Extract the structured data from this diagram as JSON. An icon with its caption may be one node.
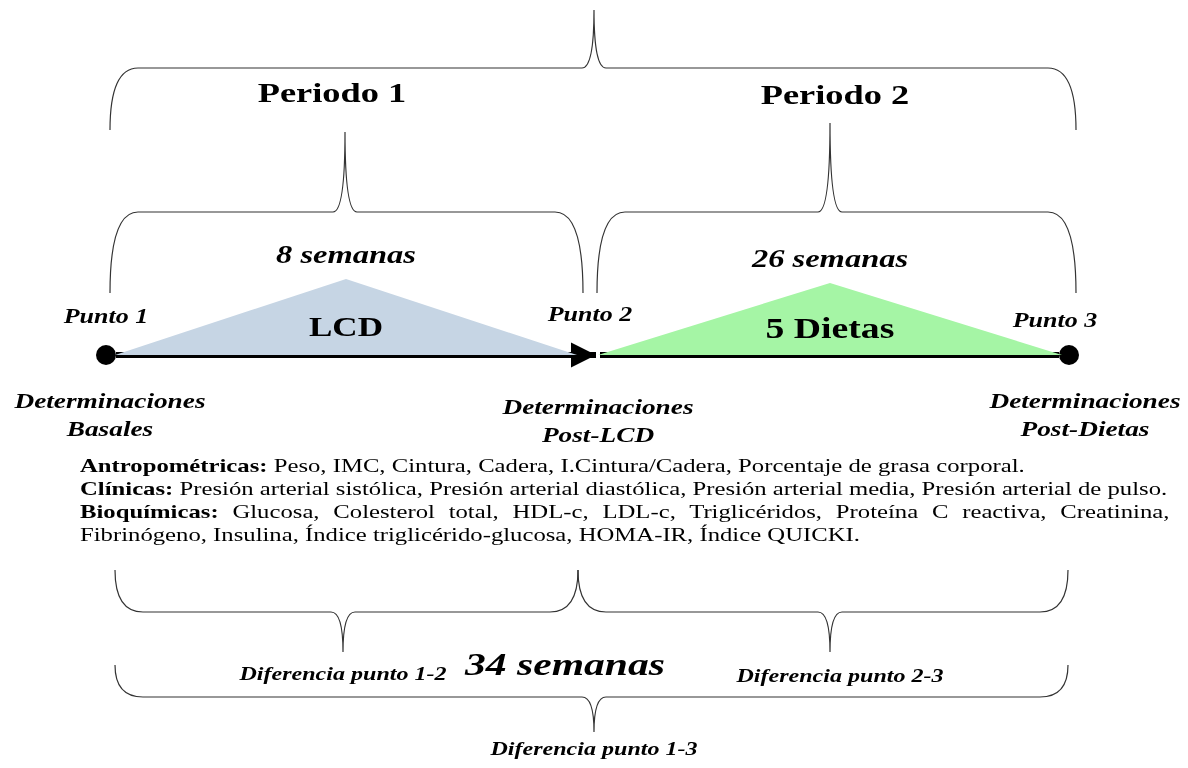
{
  "diagram": {
    "nodes": [
      {
        "text": [
          "Punto 1",
          "Determinaciones Basales"
        ]
      },
      {
        "text": [
          "Punto 2",
          "Determinaciones Post-LCD"
        ]
      },
      {
        "text": [
          "Punto 3",
          "Determinaciones Post-Dietas"
        ]
      },
      {
        "text": [
          "8 semanas",
          "LCD"
        ]
      },
      {
        "text": [
          "26 semanas",
          "5 Dietas"
        ]
      }
    ],
    "edges": [
      {
        "from": 0,
        "to": 1,
        "arrow": "to"
      },
      {
        "from": 1,
        "to": 2,
        "arrow": "none"
      }
    ],
    "labels": [
      "Periodo 1",
      "Periodo 2",
      "**Antropométricas:** Peso, IMC, Cintura, Cadera, I.Cintura/Cadera, Porcentaje de grasa corporal.",
      "**Clínicas:** Presión arterial sistólica, Presión arterial diastólica, Presión arterial media, Presión arterial de pulso.",
      "**Bioquímicas:** Glucosa, Colesterol total, HDL-c, LDL-c, Triglicéridos, Proteína C reactiva, Creatinina, Fibrinógeno, Insulina, Índice triglicérido-glucosa, HOMA-IR, Índice QUICKI.",
      "Diferencia punto 1-2",
      "34 semanas",
      "Diferencia punto 2-3",
      "Diferencia punto 1-3"
    ]
  }
}
